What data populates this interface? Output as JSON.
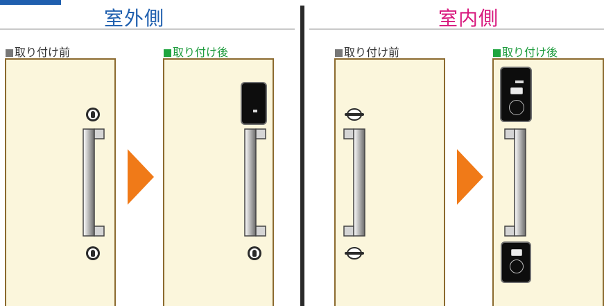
{
  "headings": {
    "outside": "室外側",
    "inside": "室内側"
  },
  "panels": [
    {
      "label": "取り付け前",
      "state": "before"
    },
    {
      "label": "取り付け後",
      "state": "after"
    },
    {
      "label": "取り付け前",
      "state": "before"
    },
    {
      "label": "取り付け後",
      "state": "after"
    }
  ],
  "colors": {
    "outside_heading": "#1f5fae",
    "inside_heading": "#d8197e",
    "before_marker": "#777777",
    "after_marker": "#1ea53f",
    "door_fill": "#fbf6dc",
    "door_border": "#8b6a2f",
    "arrow": "#f07a18"
  },
  "icons": [
    "keyhole-icon",
    "thumbturn-icon",
    "smart-lock-icon",
    "arrow-right-icon"
  ]
}
